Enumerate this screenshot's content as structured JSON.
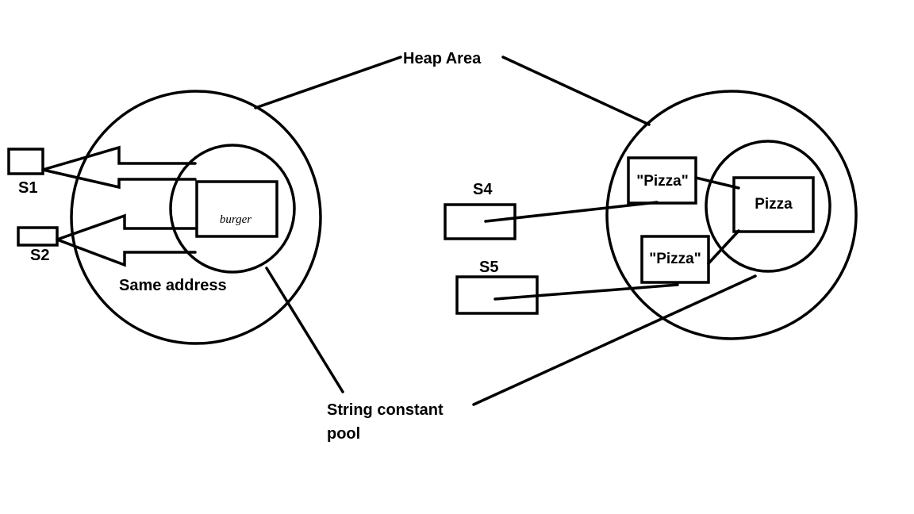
{
  "labels": {
    "heap_area": "Heap Area",
    "string_pool_line1": "String constant",
    "string_pool_line2": "pool",
    "same_address": "Same address"
  },
  "left": {
    "s1": "S1",
    "s2": "S2",
    "burger": "burger"
  },
  "right": {
    "s4": "S4",
    "s5": "S5",
    "pizza_heap_1": "\"Pizza\"",
    "pizza_heap_2": "\"Pizza\"",
    "pizza_pool": "Pizza"
  },
  "colors": {
    "stroke": "#000000",
    "background": "#ffffff"
  }
}
